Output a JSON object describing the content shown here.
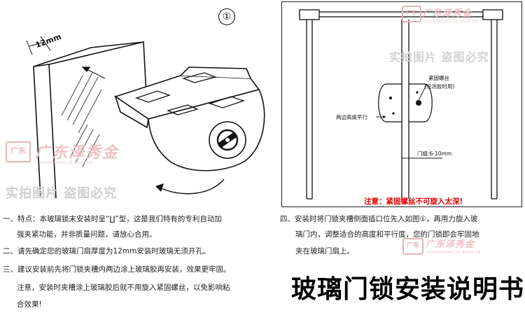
{
  "figure_number": "①",
  "left_diagram": {
    "thickness_label": "12mm"
  },
  "right_diagram": {
    "label_screw_line1": "紧固螺丝",
    "label_screw_line2": "(没涂胶时用)",
    "label_height": "两边高度平行",
    "label_gap": "门缝:6-10mm",
    "warning": "注意：紧固螺丝不可旋入太深!"
  },
  "watermark": {
    "logo_text": "广东",
    "brand": "广东泽秀金",
    "brand_sub": "GUANGDONG ZE SHOU JIN",
    "slogan": "实拍图片 盗图必究"
  },
  "instructions_left": [
    "一、特点：本玻璃锁末安装时呈“∐”型，这是我们特有的专利自动加",
    "强夹紧功能，并非质量问题，请放心合用。",
    "二、请先确定您的玻璃门扇厚度为12mm安装时玻璃无须开孔。",
    "三、建议安装前先将门锁夹槽内两边涂上玻璃胶再安装，效果更牢固。",
    "注意，安装时夹槽涂上玻璃胶后就不用旋入紧固螺丝，以免影响粘",
    "合效果!"
  ],
  "instructions_right": [
    "四、安装时将门锁夹槽侧面插口位先入如图①，再用力旋入玻",
    "璃门内，调整适合的高度和平行度，您的门锁即会牢固地",
    "夹在玻璃门扇上。"
  ],
  "main_title": "玻璃门锁安装说明书"
}
